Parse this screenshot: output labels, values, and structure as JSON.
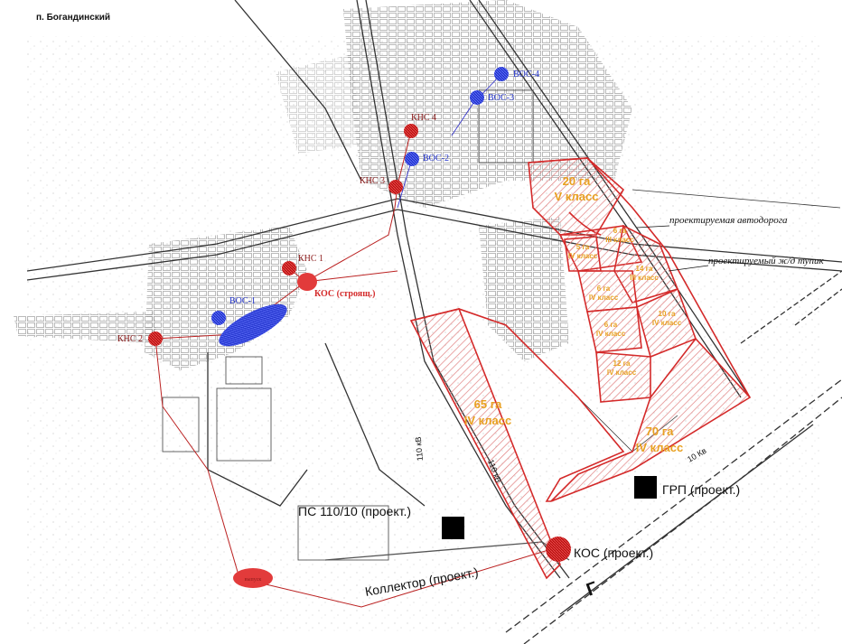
{
  "map": {
    "title": "п. Богандинский",
    "colors": {
      "red_zone": "#d42a2a",
      "hatch": "#e08080",
      "blue": "#2233cc",
      "dark_red": "#8b1a1a",
      "orange_text": "#e8a020",
      "line": "#333333"
    },
    "facilities": {
      "kns1": "КНС 1",
      "kns2": "КНС 2",
      "kns3": "КНС 3",
      "kns4": "КНС 4",
      "vos1": "ВОС-1",
      "vos2": "ВОС-2",
      "vos3": "ВОС-3",
      "vos4": "ВОС-4",
      "kos_building": "КОС (строящ.)",
      "kos_proj": "КОС (проект.)",
      "grp": "ГРП (проект.)",
      "ps": "ПС 110/10 (проект.)",
      "collector": "Коллектор (проект.)",
      "outlet": "выпуск"
    },
    "annotations": {
      "road": "проектируемая автодорога",
      "rail": "проектируемый ж/д тупик",
      "kv110_a": "110 кВ",
      "kv110_b": "110 кВ",
      "kv10": "10 Кв",
      "big_g": "Г"
    },
    "zones": [
      {
        "area": "20 га",
        "class": "V класс"
      },
      {
        "area": "6 га",
        "class": "III класс"
      },
      {
        "area": "5 га",
        "class": "IV класс"
      },
      {
        "area": "14 га",
        "class": "III класс"
      },
      {
        "area": "6 га",
        "class": "IV класс"
      },
      {
        "area": "6 га",
        "class": "IV класс"
      },
      {
        "area": "10 га",
        "class": "IV класс"
      },
      {
        "area": "12 га",
        "class": "IV класс"
      },
      {
        "area": "65 га",
        "class": "IV класс"
      },
      {
        "area": "70 га",
        "class": "IV класс"
      }
    ]
  }
}
